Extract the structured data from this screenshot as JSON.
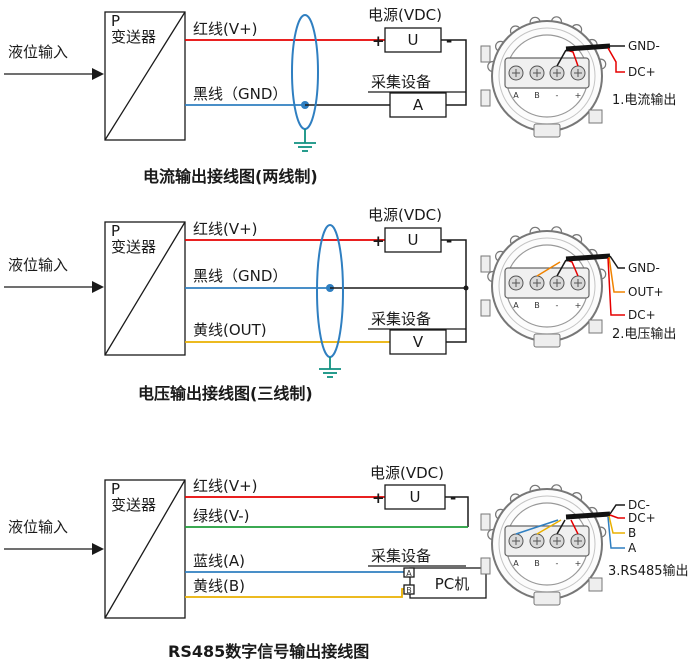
{
  "housing": {
    "terminal_labels": [
      "A",
      "B",
      "-",
      "+"
    ]
  },
  "colors": {
    "red": "#e60000",
    "black": "#1a1a1a",
    "blue": "#2f7fc1",
    "yellow": "#eab000",
    "orange": "#f08300",
    "green": "#1f9d3a",
    "ground": "#0f9180"
  },
  "sections": [
    {
      "input_label": "液位输入",
      "transmitter_p": "P",
      "transmitter_name": "变送器",
      "wires": [
        "红线(V+)",
        "黑线（GND）"
      ],
      "power_label": "电源(VDC)",
      "plus": "+",
      "minus": "-",
      "power_unit": "U",
      "device_label": "采集设备",
      "device_unit": "A",
      "caption": "电流输出接线图(两线制)",
      "pins": [
        "GND-",
        "DC+"
      ],
      "pin_caption": "1.电流输出"
    },
    {
      "input_label": "液位输入",
      "transmitter_p": "P",
      "transmitter_name": "变送器",
      "wires": [
        "红线(V+)",
        "黑线（GND）",
        "黄线(OUT)"
      ],
      "power_label": "电源(VDC)",
      "plus": "+",
      "minus": "-",
      "power_unit": "U",
      "device_label": "采集设备",
      "device_unit": "V",
      "caption": "电压输出接线图(三线制)",
      "pins": [
        "GND-",
        "OUT+",
        "DC+"
      ],
      "pin_caption": "2.电压输出"
    },
    {
      "input_label": "液位输入",
      "transmitter_p": "P",
      "transmitter_name": "变送器",
      "wires": [
        "红线(V+)",
        "绿线(V-)",
        "蓝线(A)",
        "黄线(B)"
      ],
      "power_label": "电源(VDC)",
      "plus": "+",
      "minus": "-",
      "power_unit": "U",
      "device_label": "采集设备",
      "device_unit": "PC机",
      "device_terminals": [
        "A",
        "B"
      ],
      "caption": "RS485数字信号输出接线图",
      "pins": [
        "DC-",
        "DC+",
        "B",
        "A"
      ],
      "pin_caption": "3.RS485输出"
    }
  ]
}
